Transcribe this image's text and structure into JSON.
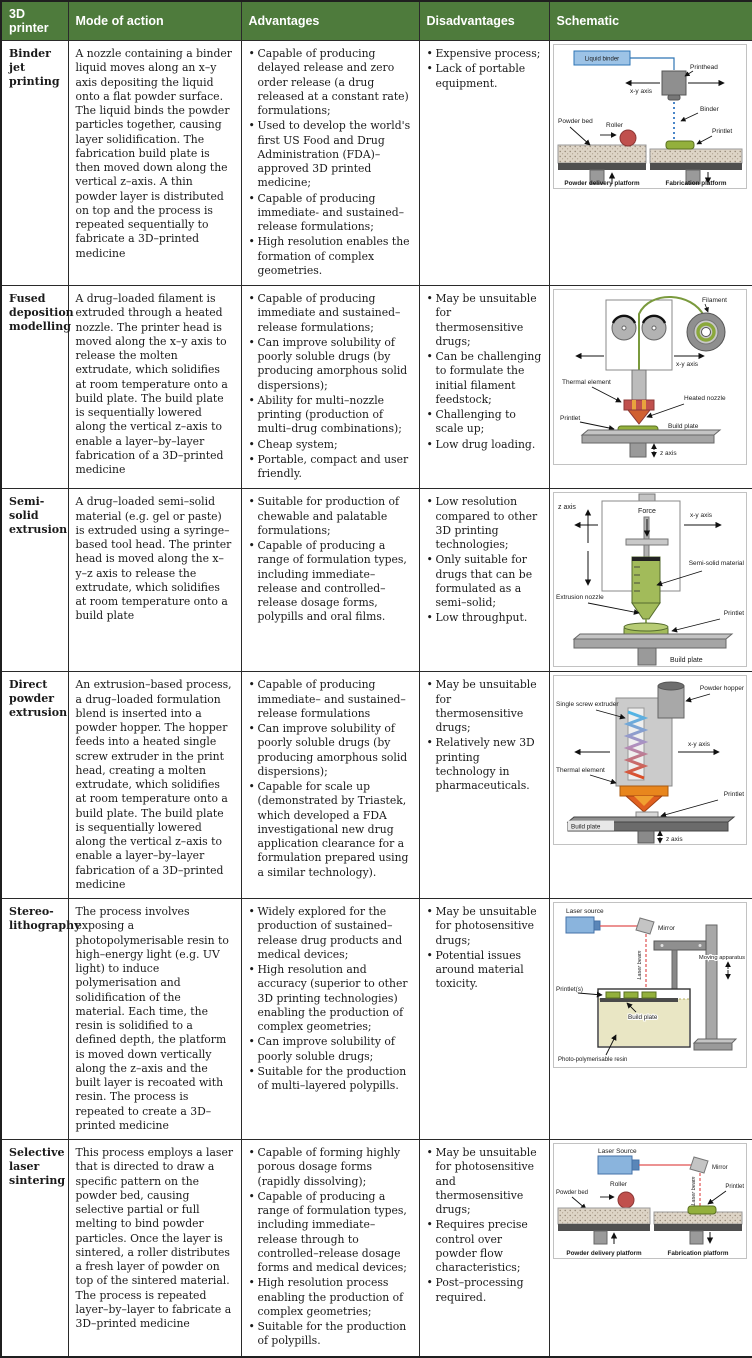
{
  "header": {
    "columns": [
      "3D printer",
      "Mode of action",
      "Advantages",
      "Disadvantages",
      "Schematic"
    ]
  },
  "rows": [
    {
      "printer": "Binder jet printing",
      "mode": "A nozzle containing a binder liquid moves along an x–y axis depositing the liquid onto a flat powder surface. The liquid binds the powder particles together, causing layer solidification. The fabrication build plate is then moved down along the vertical z–axis. A thin powder layer is distributed on top and the process is repeated sequentially to fabricate a 3D–printed medicine",
      "advantages": [
        "Capable of producing delayed release and zero order release (a drug released at a constant rate) formulations;",
        "Used to develop the world's first US Food and Drug Administration (FDA)–approved 3D printed medicine;",
        "Capable of producing immediate- and sustained–release formulations;",
        "High resolution enables the formation of complex geometries."
      ],
      "disadvantages": [
        "Expensive process;",
        "Lack of portable equipment."
      ],
      "schematic": {
        "liquid_binder": "Liquid binder",
        "printhead": "Printhead",
        "xy_axis": "x-y axis",
        "binder": "Binder",
        "powder_bed": "Powder bed",
        "roller": "Roller",
        "printlet": "Printlet",
        "powder_delivery_platform": "Powder delivery platform",
        "fabrication_platform": "Fabrication platform"
      }
    },
    {
      "printer": "Fused deposition modelling",
      "mode": "A drug–loaded filament is extruded through a heated nozzle. The printer head is moved along the x–y axis to release the molten extrudate, which solidifies at room temperature onto a build plate. The build plate is sequentially lowered along the vertical z–axis to enable a layer–by–layer fabrication of a 3D–printed medicine",
      "advantages": [
        "Capable of producing immediate and sustained–release formulations;",
        "Can improve solubility of poorly soluble drugs (by producing amorphous solid dispersions);",
        "Ability for multi–nozzle printing (production of multi–drug combinations);",
        "Cheap system;",
        "Portable, compact and user friendly."
      ],
      "disadvantages": [
        "May be unsuitable for thermosensitive drugs;",
        "Can be challenging to formulate the initial filament feedstock;",
        "Challenging to scale up;",
        "Low drug loading."
      ],
      "schematic": {
        "filament": "Filament",
        "xy_axis": "x-y axis",
        "thermal_element": "Thermal element",
        "heated_nozzle": "Heated nozzle",
        "printlet": "Printlet",
        "build_plate": "Build plate",
        "z_axis": "z axis"
      }
    },
    {
      "printer": "Semi-solid extrusion",
      "mode": "A drug–loaded semi–solid material (e.g. gel or paste) is extruded using a syringe–based tool head. The printer head is moved along the x–y–z axis to release the extrudate, which solidifies at room temperature onto a build plate",
      "advantages": [
        "Suitable for production of chewable and palatable formulations;",
        "Capable of producing a range of formulation types, including immediate–release and controlled–release dosage forms, polypills and oral films."
      ],
      "disadvantages": [
        "Low resolution compared to other 3D printing technologies;",
        "Only suitable for drugs that can be formulated as a semi–solid;",
        "Low throughput."
      ],
      "schematic": {
        "z_axis": "z axis",
        "force": "Force",
        "xy_axis": "x-y axis",
        "semi_solid_material": "Semi-solid material",
        "extrusion_nozzle": "Extrusion nozzle",
        "printlet": "Printlet",
        "build_plate": "Build plate"
      }
    },
    {
      "printer": "Direct powder extrusion",
      "mode": "An extrusion–based process, a drug–loaded formulation blend is inserted into a powder hopper. The hopper feeds into a heated single screw extruder in the print head, creating a molten extrudate, which solidifies at room temperature onto a build plate. The build plate is sequentially lowered along the vertical z–axis to enable a layer–by–layer fabrication of a 3D–printed medicine",
      "advantages": [
        "Capable of producing immediate– and sustained–release formulations",
        "Can improve solubility of poorly soluble drugs (by producing amorphous solid dispersions);",
        "Capable for scale up (demonstrated by Triastek, which developed a FDA investigational new drug application clearance for a formulation prepared using a similar technology)."
      ],
      "disadvantages": [
        "May be unsuitable for thermosensitive drugs;",
        "Relatively new 3D printing technology in pharmaceuticals."
      ],
      "schematic": {
        "powder_hopper": "Powder hopper",
        "single_screw_extruder": "Single screw extruder",
        "xy_axis": "x-y axis",
        "thermal_element": "Thermal element",
        "printlet": "Printlet",
        "build_plate": "Build plate",
        "z_axis": "z axis"
      }
    },
    {
      "printer": "Stereo-lithography",
      "mode": "The process involves exposing a photopolymerisable resin to high–energy light (e.g. UV light) to induce polymerisation and solidification of the material. Each time, the resin is solidified to a defined depth, the platform is moved down vertically along the z–axis and the built layer is recoated with resin. The process is repeated to create a 3D–printed medicine",
      "advantages": [
        "Widely explored for the production of sustained–release drug products and medical devices;",
        "High resolution and accuracy (superior to other 3D printing technologies) enabling the production of complex geometries;",
        "Can improve solubility of poorly soluble drugs;",
        "Suitable for the production of multi–layered polypills."
      ],
      "disadvantages": [
        "May be unsuitable for photosensitive drugs;",
        "Potential issues around material toxicity."
      ],
      "schematic": {
        "laser_source": "Laser source",
        "mirror": "Mirror",
        "laser_beam": "Laser beam",
        "moving_apparatus": "Moving apparatus",
        "printlets": "Printlet(s)",
        "build_plate": "Build plate",
        "photo_resin": "Photo-polymerisable resin"
      }
    },
    {
      "printer": "Selective laser sintering",
      "mode": "This process employs a laser that is directed to draw a specific pattern on the powder bed, causing selective partial or full melting to bind powder particles. Once the layer is sintered, a roller distributes a fresh layer of powder on top of the sintered material. The process is repeated layer–by–layer to fabricate a 3D–printed medicine",
      "advantages": [
        "Capable of forming highly porous dosage forms (rapidly dissolving);",
        "Capable of producing a range of formulation types, including immediate–release through to controlled–release dosage forms and medical devices;",
        "High resolution process enabling the production of complex geometries;",
        "Suitable for the production of polypills."
      ],
      "disadvantages": [
        "May be unsuitable for photosensitive and thermosensitive drugs;",
        "Requires precise control over powder flow characteristics;",
        "Post–processing required."
      ],
      "schematic": {
        "laser_source": "Laser Source",
        "mirror": "Mirror",
        "laser_beam": "Laser beam",
        "roller": "Roller",
        "printlet": "Printlet",
        "powder_bed": "Powder bed",
        "powder_delivery_platform": "Powder delivery platform",
        "fabrication_platform": "Fabrication platform"
      }
    }
  ],
  "colors": {
    "header_green": "#4e7b3c",
    "printlet_green": "#93b03c",
    "roller_red": "#c0504d",
    "binder_blue": "#9dc3e6",
    "laser_red": "#e05050",
    "resin_yellow": "#e9e6c4"
  }
}
